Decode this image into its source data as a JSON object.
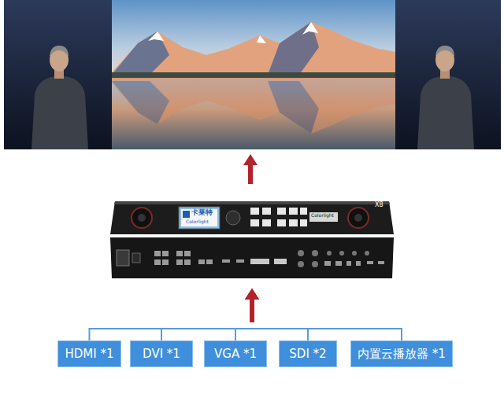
{
  "diagram": {
    "nodes": [
      {
        "text": [
          "Colorlight",
          "X8"
        ]
      },
      {
        "text": [
          "HDMI *1"
        ]
      },
      {
        "text": [
          "DVI *1"
        ]
      },
      {
        "text": [
          "VGA *1"
        ]
      },
      {
        "text": [
          "SDI *2"
        ]
      },
      {
        "text": [
          "内置云播放器 *1"
        ]
      }
    ],
    "edges": [
      {
        "from": 1,
        "to": 0,
        "arrow": "to"
      },
      {
        "from": 2,
        "to": 0,
        "arrow": "to"
      },
      {
        "from": 3,
        "to": 0,
        "arrow": "to"
      },
      {
        "from": 4,
        "to": 0,
        "arrow": "to"
      },
      {
        "from": 5,
        "to": 0,
        "arrow": "to"
      }
    ],
    "labels": [
      "卡莱特",
      "Colorlight"
    ]
  }
}
